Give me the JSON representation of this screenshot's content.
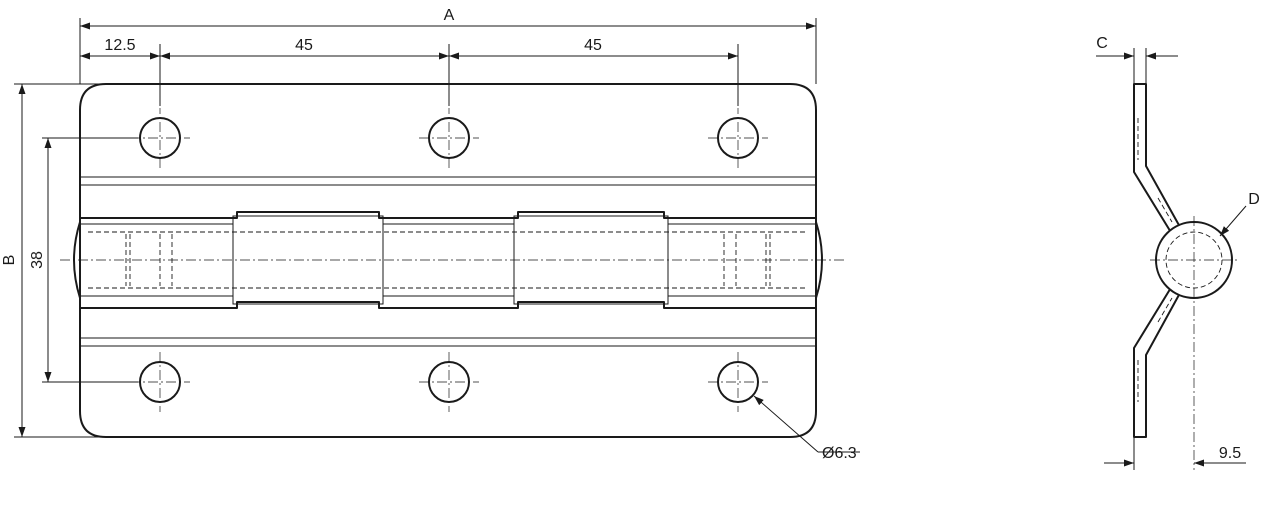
{
  "drawing": {
    "subject": "hinge",
    "colors": {
      "line": "#1a1a1a",
      "background": "#ffffff"
    },
    "front_view": {
      "dims": {
        "overall_width": "A",
        "edge_to_hole": "12.5",
        "hole_pitch_1": "45",
        "hole_pitch_2": "45",
        "overall_height": "B",
        "hole_row_spacing": "38",
        "hole_diameter": "Ø6.3"
      }
    },
    "side_view": {
      "dims": {
        "thickness": "C",
        "knuckle_diameter": "D",
        "pin_offset": "9.5"
      }
    }
  }
}
